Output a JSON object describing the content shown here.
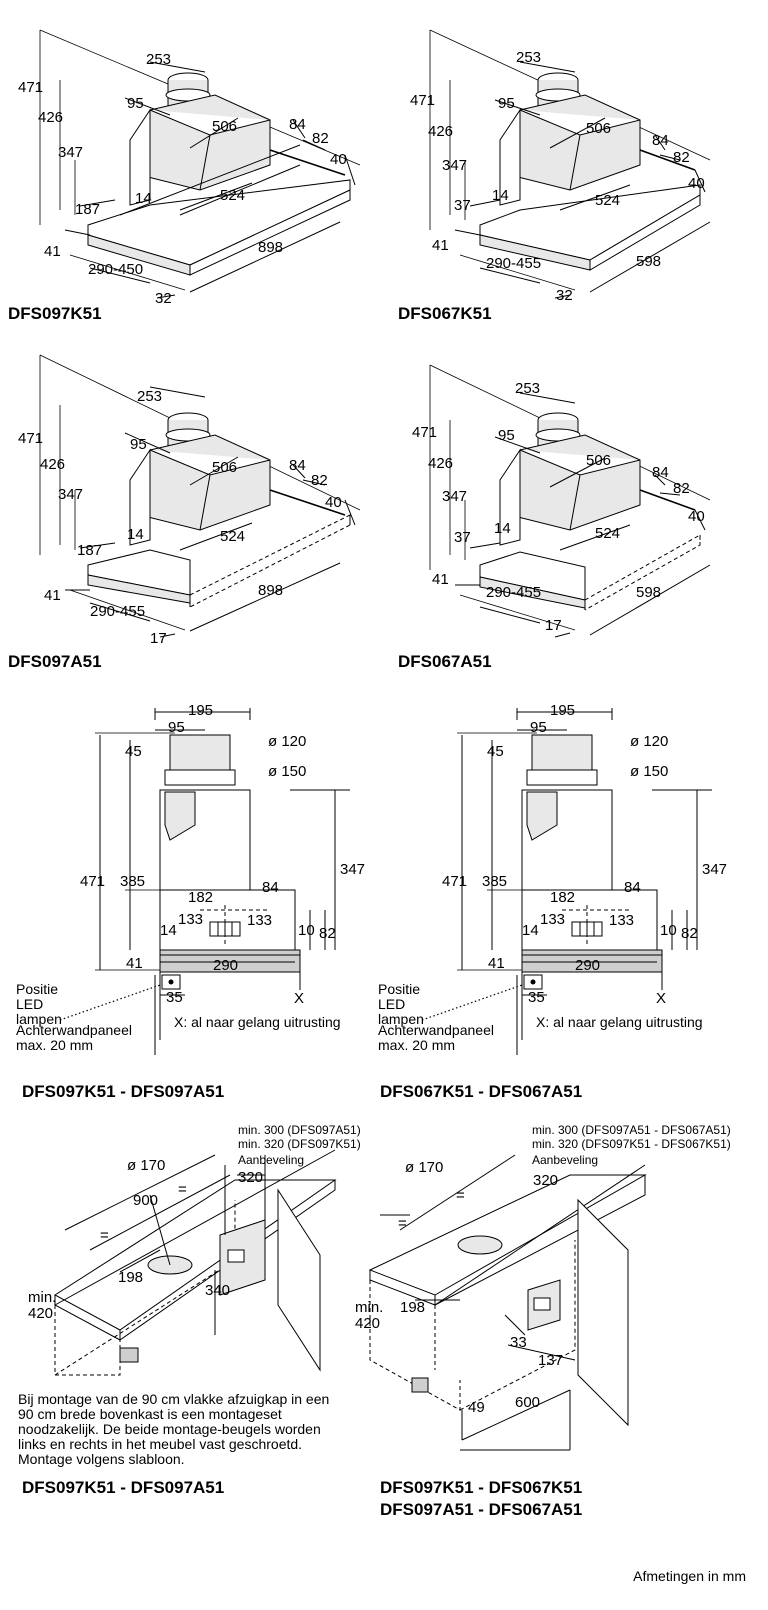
{
  "panels": {
    "p1": {
      "title": "DFS097K51",
      "dims": {
        "a": "471",
        "b": "426",
        "c": "347",
        "d": "253",
        "e": "95",
        "f": "506",
        "g": "84",
        "h": "82",
        "i": "40",
        "j": "524",
        "k": "187",
        "l": "14",
        "m": "41",
        "n": "290-450",
        "o": "898",
        "p": "32"
      }
    },
    "p2": {
      "title": "DFS067K51",
      "dims": {
        "a": "471",
        "b": "426",
        "c": "347",
        "d": "253",
        "e": "95",
        "f": "506",
        "g": "84",
        "h": "82",
        "i": "40",
        "j": "524",
        "k": "37",
        "l": "14",
        "m": "41",
        "n": "290-455",
        "o": "598",
        "p": "32"
      }
    },
    "p3": {
      "title": "DFS097A51",
      "dims": {
        "a": "471",
        "b": "426",
        "c": "347",
        "d": "253",
        "e": "95",
        "f": "506",
        "g": "84",
        "h": "82",
        "i": "40",
        "j": "524",
        "k": "187",
        "l": "14",
        "m": "41",
        "n": "290-455",
        "o": "898",
        "p": "17"
      }
    },
    "p4": {
      "title": "DFS067A51",
      "dims": {
        "a": "471",
        "b": "426",
        "c": "347",
        "d": "253",
        "e": "95",
        "f": "506",
        "g": "84",
        "h": "82",
        "i": "40",
        "j": "524",
        "k": "37",
        "l": "14",
        "m": "41",
        "n": "290-455",
        "o": "598",
        "p": "17"
      }
    }
  },
  "side_views": {
    "s1": {
      "title": "DFS097K51 - DFS097A51"
    },
    "s2": {
      "title": "DFS067K51 - DFS067A51"
    },
    "dims": {
      "w195": "195",
      "w95": "95",
      "d120": "ø 120",
      "d150": "ø 150",
      "h45": "45",
      "h471": "471",
      "h385": "385",
      "h347": "347",
      "w182": "182",
      "w84": "84",
      "w133a": "133",
      "w133b": "133",
      "h14": "14",
      "h10": "10",
      "h82": "82",
      "h41": "41",
      "w290": "290",
      "w35": "35",
      "x": "X",
      "x2": "X"
    },
    "led_label": "Positie LED lampen",
    "wall_label": "Achterwandpaneel max. 20 mm",
    "x_note": "X: al naar gelang uitrusting"
  },
  "install": {
    "i1": {
      "title": "DFS097K51 - DFS097A51",
      "min1": "min. 300 (DFS097A51)",
      "min2": "min. 320 (DFS097K51)",
      "rec": "Aanbeveling",
      "dims": {
        "d170": "ø 170",
        "w900": "900",
        "eq1": "=",
        "eq2": "=",
        "w320": "320",
        "w198": "198",
        "w340": "340",
        "min420a": "min.",
        "min420b": "420"
      },
      "note": "Bij montage van de 90 cm vlakke afzuigkap in een 90 cm brede bovenkast is een montageset noodzakelijk. De beide montage-beugels worden links en rechts in het meubel vast geschroetd. Montage volgens slabloon."
    },
    "i2": {
      "title1": "DFS097K51 - DFS067K51",
      "title2": "DFS097A51 - DFS067A51",
      "min1": "min. 300 (DFS097A51 - DFS067A51)",
      "min2": "min. 320 (DFS097K51 - DFS067K51)",
      "rec": "Aanbeveling",
      "dims": {
        "d170": "ø 170",
        "eq1": "=",
        "eq2": "=",
        "w320": "320",
        "w198": "198",
        "w33": "33",
        "w137": "137",
        "w49": "49",
        "w600": "600",
        "min420a": "min.",
        "min420b": "420"
      }
    }
  },
  "footer": "Afmetingen in mm"
}
